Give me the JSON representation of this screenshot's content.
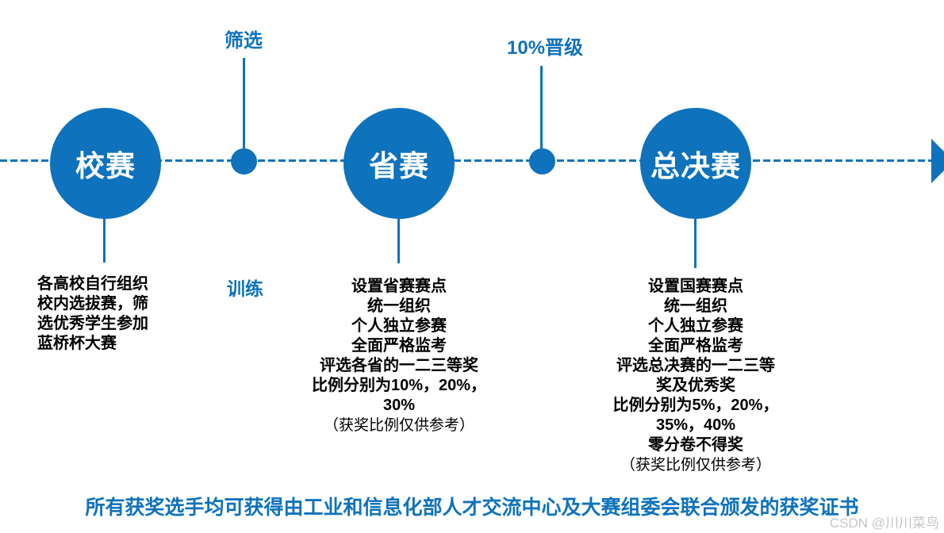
{
  "colors": {
    "primary_blue": "#0e72bd",
    "text_black": "#000000",
    "circle_text_white": "#ffffff",
    "watermark_gray": "#c6c6c6",
    "background": "#ffffff"
  },
  "timeline": {
    "milestones": [
      {
        "label": "筛选"
      },
      {
        "label": "10%晋级"
      }
    ],
    "training_label": "训练",
    "stages": [
      {
        "name": "校赛",
        "details": [
          "各高校自行组织",
          "校内选拔赛，筛",
          "选优秀学生参加",
          "蓝桥杯大赛"
        ]
      },
      {
        "name": "省赛",
        "details": [
          "设置省赛赛点",
          "统一组织",
          "个人独立参赛",
          "全面严格监考",
          "评选各省的一二三等奖",
          "比例分别为10%，20%，",
          "30%"
        ],
        "note": "（获奖比例仅供参考）"
      },
      {
        "name": "总决赛",
        "details": [
          "设置国赛赛点",
          "统一组织",
          "个人独立参赛",
          "全面严格监考",
          "评选总决赛的一二三等",
          "奖及优秀奖",
          "比例分别为5%，20%，",
          "35%，40%",
          "零分卷不得奖"
        ],
        "note": "（获奖比例仅供参考）"
      }
    ]
  },
  "footer_text": "所有获奖选手均可获得由工业和信息化部人才交流中心及大赛组委会联合颁发的获奖证书",
  "watermark": "CSDN @川川菜鸟"
}
